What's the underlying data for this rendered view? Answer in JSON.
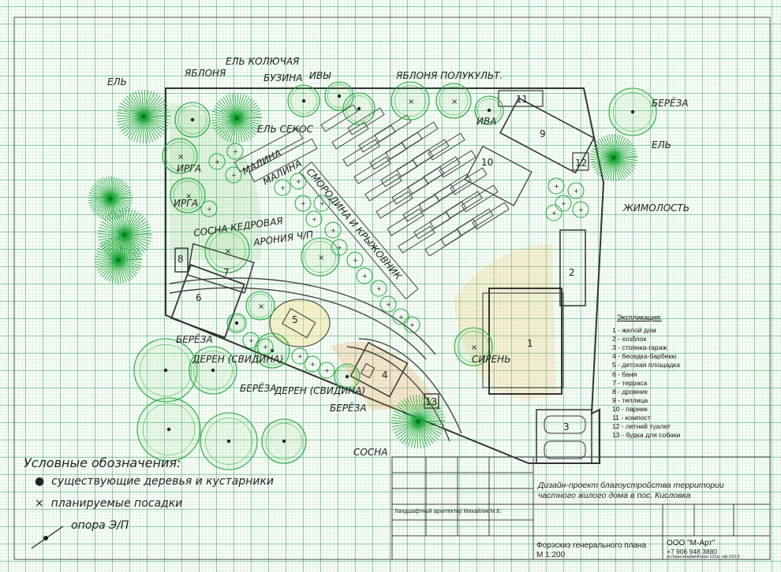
{
  "plant_labels": {
    "el1": "ЕЛЬ",
    "yablonya1": "ЯБЛОНЯ",
    "el_kolyuchaya": "ЕЛЬ КОЛЮЧАЯ",
    "buzina": "БУЗИНА",
    "el_sekos": "ЕЛЬ СЕКОС",
    "ivy": "ИВЫ",
    "yablonya_poluk": "ЯБЛОНЯ ПОЛУКУЛЬТ.",
    "iva": "ИВА",
    "bereza1": "БЕРЁЗА",
    "el2": "ЕЛЬ",
    "zhimolost": "ЖИМОЛОСТЬ",
    "irga1": "ИРГА",
    "irga2": "ИРГА",
    "malina1": "МАЛИНА",
    "malina2": "МАЛИНА",
    "smorodina": "СМОРОДИНА И КРЫЖОВНИК",
    "sosna_kedr": "СОСНА КЕДРОВАЯ",
    "aroniya": "АРОНИЯ Ч/П",
    "siren": "СИРЕНЬ",
    "bereza2": "БЕРЁЗА",
    "deren1": "ДЕРЕН (СВИДИНА)",
    "bereza3": "БЕРЁЗА",
    "deren2": "ДЕРЕН (СВИДИНА)",
    "bereza4": "БЕРЁЗА",
    "sosna": "СОСНА"
  },
  "building_numbers": [
    "1",
    "2",
    "3",
    "4",
    "5",
    "6",
    "7",
    "8",
    "9",
    "10",
    "11",
    "12",
    "13"
  ],
  "explication": {
    "title": "Экспликация:",
    "items": [
      "1 - жилой дом",
      "2 - хозблок",
      "3 - стоянка-гараж",
      "4 - беседка-барбекю",
      "5 - детская площадка",
      "6 - баня",
      "7 - терраса",
      "8 - дровник",
      "9 - теплица",
      "10 - парник",
      "11 - компост",
      "12 - летний туалет",
      "13 - будка для собаки"
    ]
  },
  "conventions": {
    "title": "Условные обозначения:",
    "existing": "существующие деревья и кустарники",
    "planned": "планируемые посадки",
    "pole": "опора Э/П"
  },
  "title_block": {
    "project": "Дизайн-проект благоустройства территории частного жилого дома в пос. Кисловка",
    "role": "Ландшафтный архитектор",
    "author": "Михайлик М.Е.",
    "sheet": "Форэскиз генерального плана",
    "scale": "М 1:200",
    "company": "ООО \"М-Арт\"",
    "phone": "+7 906 948 3880",
    "address": "ул.Красноармейская 101а, оф.310.3"
  },
  "colors": {
    "grid": "#3caa6e",
    "green": "#1fa83a",
    "ink": "#222222"
  }
}
